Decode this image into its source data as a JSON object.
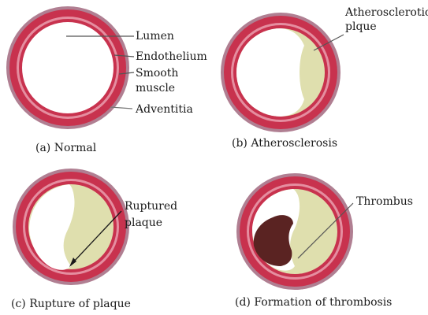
{
  "panels": {
    "normal": {
      "caption": "(a) Normal",
      "labels": {
        "lumen": "Lumen",
        "endothelium": "Endothelium",
        "smooth_muscle_line1": "Smooth",
        "smooth_muscle_line2": "muscle",
        "adventitia": "Adventitia"
      }
    },
    "atherosclerosis": {
      "caption": "(b) Atherosclerosis",
      "labels": {
        "plaque_line1": "Atherosclerotic",
        "plaque_line2": "plque"
      }
    },
    "rupture": {
      "caption": "(c) Rupture of plaque",
      "labels": {
        "ruptured_line1": "Ruptured",
        "ruptured_line2": "plaque"
      }
    },
    "thrombosis": {
      "caption": "(d) Formation of thrombosis",
      "labels": {
        "thrombus": "Thrombus"
      }
    }
  },
  "colors": {
    "adventitia": "#b07f92",
    "media": "#c8324e",
    "intima": "#e58ea0",
    "plaque": "#dfdfae",
    "lumen": "#ffffff",
    "thrombus": "#5a2322",
    "leader_line": "#555555"
  }
}
